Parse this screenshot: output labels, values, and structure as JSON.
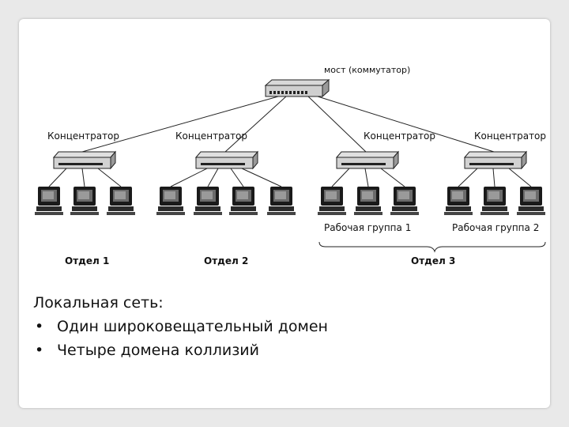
{
  "diagram": {
    "bridge_label": "мост (коммутатор)",
    "hub_labels": [
      "Концентратор",
      "Концентратор",
      "Концентратор",
      "Концентратор"
    ],
    "workgroup_labels": [
      "Рабочая группа 1",
      "Рабочая группа 2"
    ],
    "department_labels": [
      "Отдел 1",
      "Отдел 2",
      "Отдел 3"
    ]
  },
  "caption": {
    "title": "Локальная сеть:",
    "bullets": [
      "Один широковещательный домен",
      "Четыре домена коллизий"
    ],
    "bullet_symbol": "•"
  }
}
